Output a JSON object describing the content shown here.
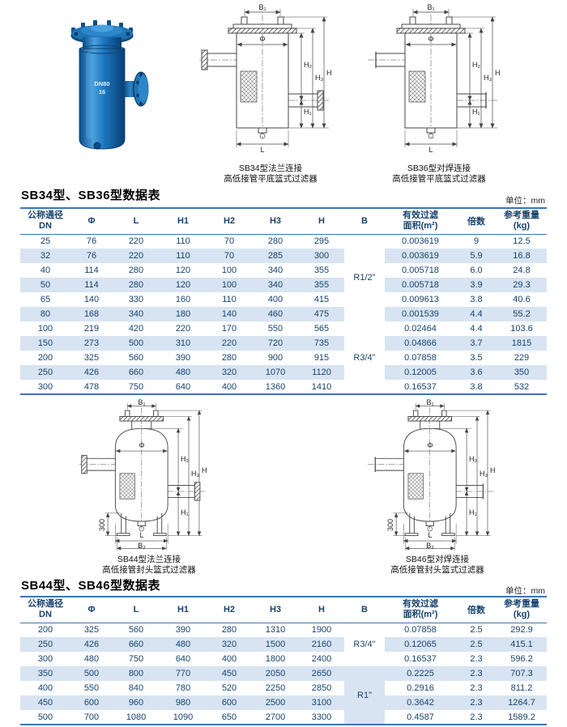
{
  "hero": {
    "label_dn": "DN80",
    "label_pn": "16"
  },
  "dims": {
    "b1": "B₁",
    "b2": "B₂",
    "phi": "Φ",
    "l": "L",
    "h": "H",
    "h1": "H₁",
    "h2": "H₂",
    "h3": "H₃",
    "leg": "300"
  },
  "diagrams": [
    {
      "caption1": "SB34型法兰连接",
      "caption2": "高低接管平底篮式过滤器"
    },
    {
      "caption1": "SB36型对焊连接",
      "caption2": "高低接管平底篮式过滤器"
    },
    {
      "caption1": "SB44型法兰连接",
      "caption2": "高低接管封头篮式过滤器"
    },
    {
      "caption1": "SB46型对焊连接",
      "caption2": "高低接管封头篮式过滤器"
    }
  ],
  "table_headers": {
    "dn1": "公称通径",
    "dn2": "DN",
    "phi": "Φ",
    "l": "L",
    "h1": "H1",
    "h2": "H2",
    "h3": "H3",
    "h": "H",
    "b": "B",
    "area1": "有效过滤",
    "area2": "面积(m²)",
    "mult": "倍数",
    "wt1": "参考重量",
    "wt2": "(kg)"
  },
  "table1": {
    "title": "SB34型、SB36型数据表",
    "unit": "单位：mm",
    "b_groups": [
      {
        "label": "R1/2\"",
        "rows": 6
      },
      {
        "label": "R3/4\"",
        "rows": 5
      }
    ],
    "rows": [
      [
        "25",
        "76",
        "220",
        "110",
        "70",
        "280",
        "295",
        "0.003619",
        "9",
        "12.5"
      ],
      [
        "32",
        "76",
        "220",
        "110",
        "70",
        "285",
        "300",
        "0.003619",
        "5.9",
        "16.8"
      ],
      [
        "40",
        "114",
        "280",
        "120",
        "100",
        "340",
        "355",
        "0.005718",
        "6.0",
        "24.8"
      ],
      [
        "50",
        "114",
        "280",
        "120",
        "100",
        "340",
        "355",
        "0.005718",
        "3.9",
        "29.3"
      ],
      [
        "65",
        "140",
        "330",
        "160",
        "110",
        "400",
        "415",
        "0.009613",
        "3.8",
        "40.6"
      ],
      [
        "80",
        "168",
        "340",
        "180",
        "140",
        "460",
        "475",
        "0.001539",
        "4.4",
        "55.2"
      ],
      [
        "100",
        "219",
        "420",
        "220",
        "170",
        "550",
        "565",
        "0.02464",
        "4.4",
        "103.6"
      ],
      [
        "150",
        "273",
        "500",
        "310",
        "220",
        "720",
        "735",
        "0.04866",
        "3.7",
        "1815"
      ],
      [
        "200",
        "325",
        "560",
        "390",
        "280",
        "900",
        "915",
        "0.07858",
        "3.5",
        "229"
      ],
      [
        "250",
        "426",
        "660",
        "480",
        "320",
        "1070",
        "1120",
        "0.12005",
        "3.6",
        "350"
      ],
      [
        "300",
        "478",
        "750",
        "640",
        "400",
        "1360",
        "1410",
        "0.16537",
        "3.8",
        "532"
      ]
    ]
  },
  "table2": {
    "title": "SB44型、SB46型数据表",
    "unit": "单位：mm",
    "b_groups": [
      {
        "label": "R3/4\"",
        "rows": 3
      },
      {
        "label": "R1\"",
        "rows": 4
      }
    ],
    "rows": [
      [
        "200",
        "325",
        "560",
        "390",
        "280",
        "1310",
        "1900",
        "0.07858",
        "2.5",
        "292.9"
      ],
      [
        "250",
        "426",
        "660",
        "480",
        "320",
        "1500",
        "2160",
        "0.12065",
        "2.5",
        "415.1"
      ],
      [
        "300",
        "480",
        "750",
        "640",
        "400",
        "1800",
        "2400",
        "0.16537",
        "2.3",
        "596.2"
      ],
      [
        "350",
        "500",
        "800",
        "770",
        "450",
        "2050",
        "2650",
        "0.2225",
        "2.3",
        "707.3"
      ],
      [
        "400",
        "550",
        "840",
        "780",
        "520",
        "2250",
        "2850",
        "0.2916",
        "2.3",
        "811.2"
      ],
      [
        "450",
        "600",
        "960",
        "980",
        "600",
        "2500",
        "3100",
        "0.3642",
        "2.3",
        "1264.7"
      ],
      [
        "500",
        "700",
        "1080",
        "1090",
        "650",
        "2700",
        "3300",
        "0.4587",
        "2.3",
        "1589.2"
      ]
    ]
  }
}
